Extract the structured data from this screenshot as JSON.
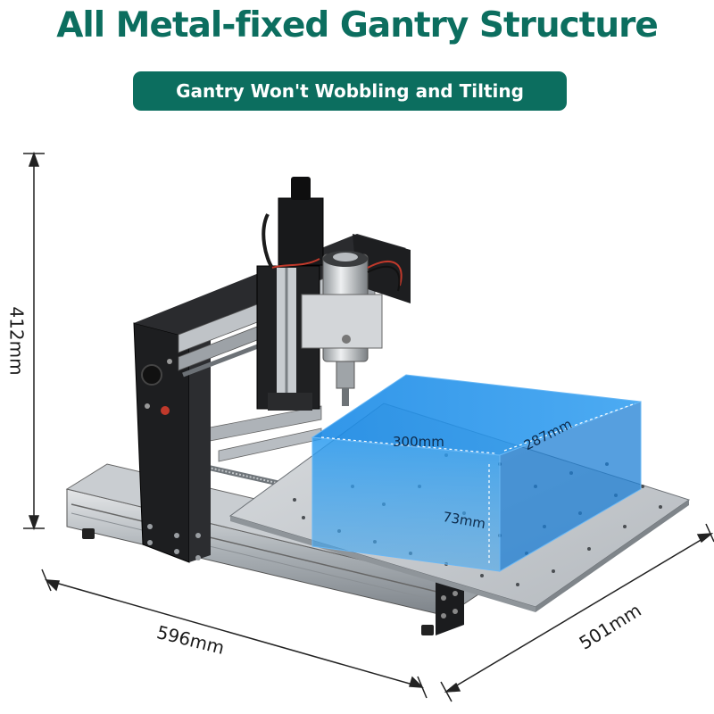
{
  "headline": "All Metal-fixed Gantry Structure",
  "subheadline": "Gantry Won't Wobbling and Tilting",
  "dimensions": {
    "height": "412mm",
    "width": "596mm",
    "depth": "501mm"
  },
  "work_area": {
    "x": "300mm",
    "y": "287mm",
    "z": "73mm"
  },
  "colors": {
    "brand_teal": "#0c6e5f",
    "work_area_blue": "#1f8fe0"
  }
}
